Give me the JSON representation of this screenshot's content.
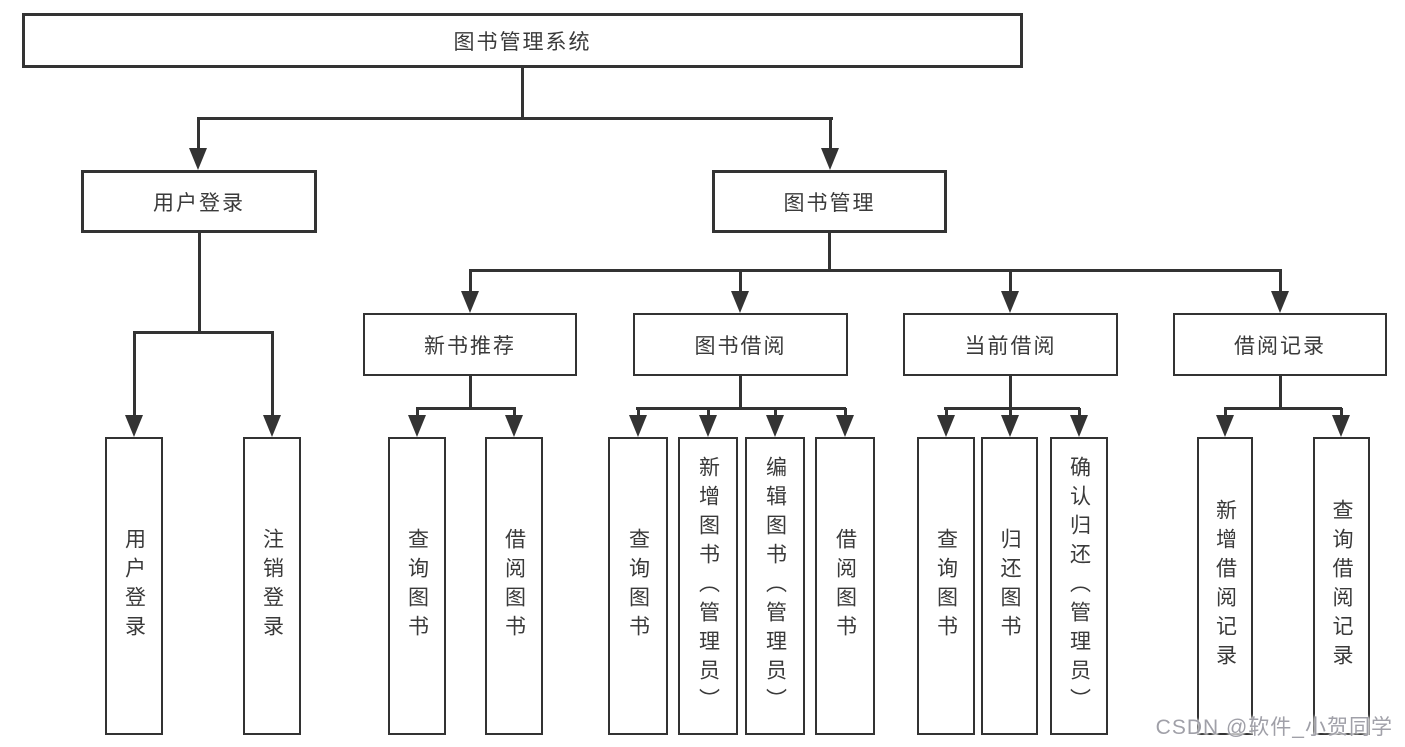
{
  "diagram": {
    "title": "图书管理系统",
    "tree": {
      "root": {
        "label": "图书管理系统",
        "children": [
          {
            "label": "用户登录",
            "children": [
              {
                "label": "用户登录"
              },
              {
                "label": "注销登录"
              }
            ]
          },
          {
            "label": "图书管理",
            "children": [
              {
                "label": "新书推荐",
                "children": [
                  {
                    "label": "查询图书"
                  },
                  {
                    "label": "借阅图书"
                  }
                ]
              },
              {
                "label": "图书借阅",
                "children": [
                  {
                    "label": "查询图书"
                  },
                  {
                    "label": "新增图书（管理员）"
                  },
                  {
                    "label": "编辑图书（管理员）"
                  },
                  {
                    "label": "借阅图书"
                  }
                ]
              },
              {
                "label": "当前借阅",
                "children": [
                  {
                    "label": "查询图书"
                  },
                  {
                    "label": "归还图书"
                  },
                  {
                    "label": "确认归还（管理员）"
                  }
                ]
              },
              {
                "label": "借阅记录",
                "children": [
                  {
                    "label": "新增借阅记录"
                  },
                  {
                    "label": "查询借阅记录"
                  }
                ]
              }
            ]
          }
        ]
      }
    },
    "colors": {
      "line": "#333333",
      "box_border": "#333333",
      "text": "#3a3a3a",
      "background": "#ffffff",
      "watermark": "#a0a0a8"
    }
  },
  "watermark": {
    "text": "CSDN @软件_小贺同学"
  }
}
